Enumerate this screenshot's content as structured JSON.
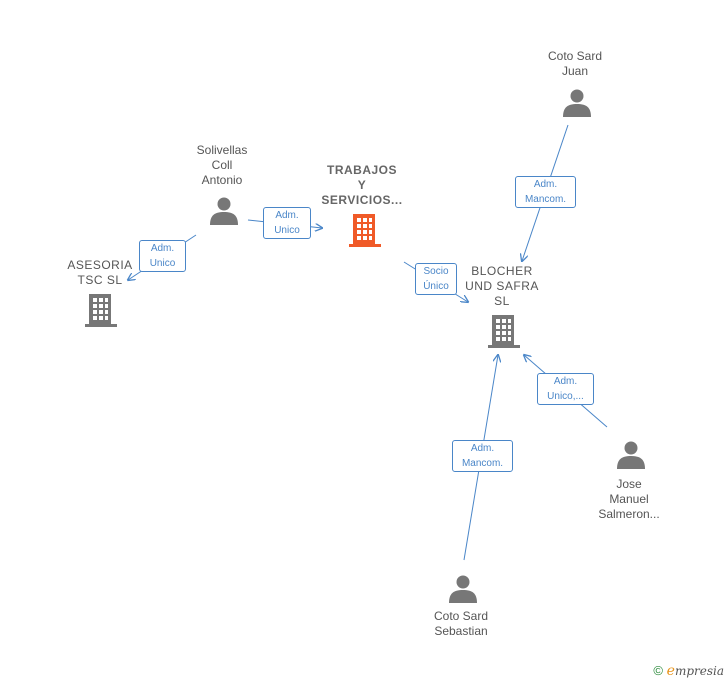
{
  "nodes": {
    "center": {
      "label": "TRABAJOS\nY\nSERVICIOS...",
      "color": "#f05a28"
    },
    "solivellas": {
      "label": "Solivellas\nColl\nAntonio"
    },
    "asesoria": {
      "label": "ASESORIA\nTSC  SL"
    },
    "blocher": {
      "label": "BLOCHER\nUND SAFRA\nSL"
    },
    "coto_juan": {
      "label": "Coto Sard\nJuan"
    },
    "coto_sebastian": {
      "label": "Coto Sard\nSebastian"
    },
    "jose": {
      "label": "Jose\nManuel\nSalmeron..."
    }
  },
  "edges": {
    "sol_to_center": "Adm.\nUnico",
    "sol_to_asesoria": "Adm.\nUnico",
    "center_to_blocher": "Socio\nÚnico",
    "juan_to_blocher": "Adm.\nMancom.",
    "jose_to_blocher": "Adm.\nUnico,...",
    "sebastian_to_blocher": "Adm.\nMancom."
  },
  "colors": {
    "edge": "#4a86c8",
    "icon": "#777777",
    "accent": "#f05a28"
  },
  "footer": {
    "copyright": "©",
    "brand_e": "e",
    "brand_rest": "mpresia"
  }
}
